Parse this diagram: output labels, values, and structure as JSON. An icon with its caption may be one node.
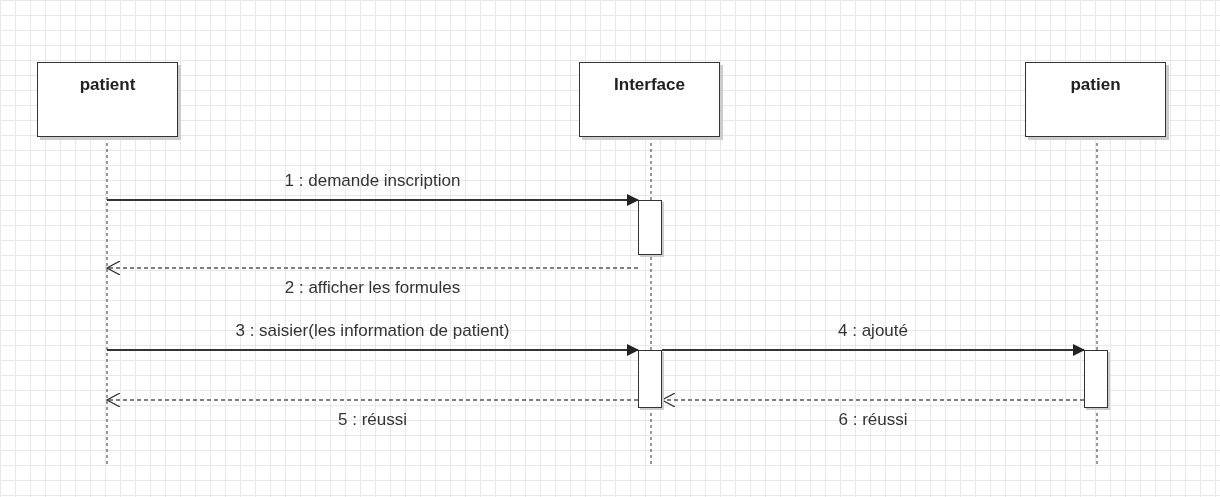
{
  "diagram": {
    "nodes": [
      {
        "text": [
          "patient"
        ]
      },
      {
        "text": [
          "Interface"
        ]
      },
      {
        "text": [
          "patien"
        ]
      },
      {
        "text": [],
        "shape": "bar",
        "in": 1
      },
      {
        "text": [],
        "shape": "bar",
        "in": 1
      },
      {
        "text": [],
        "shape": "bar",
        "in": 2
      }
    ],
    "edges": [
      {
        "from": 0,
        "to": 3,
        "arrow": "to",
        "label": "1 : demande inscription"
      },
      {
        "from": 3,
        "to": 0,
        "arrow": "to",
        "label": "2 : afficher les formules",
        "style": "dashed"
      },
      {
        "from": 0,
        "to": 4,
        "arrow": "to",
        "label": "3 : saisier(les information de patient)"
      },
      {
        "from": 4,
        "to": 5,
        "arrow": "to",
        "label": "4 : ajouté"
      },
      {
        "from": 4,
        "to": 0,
        "arrow": "to",
        "label": "5 : réussi",
        "style": "dashed"
      },
      {
        "from": 5,
        "to": 4,
        "arrow": "to",
        "label": "6 : réussi",
        "style": "dashed"
      }
    ]
  }
}
